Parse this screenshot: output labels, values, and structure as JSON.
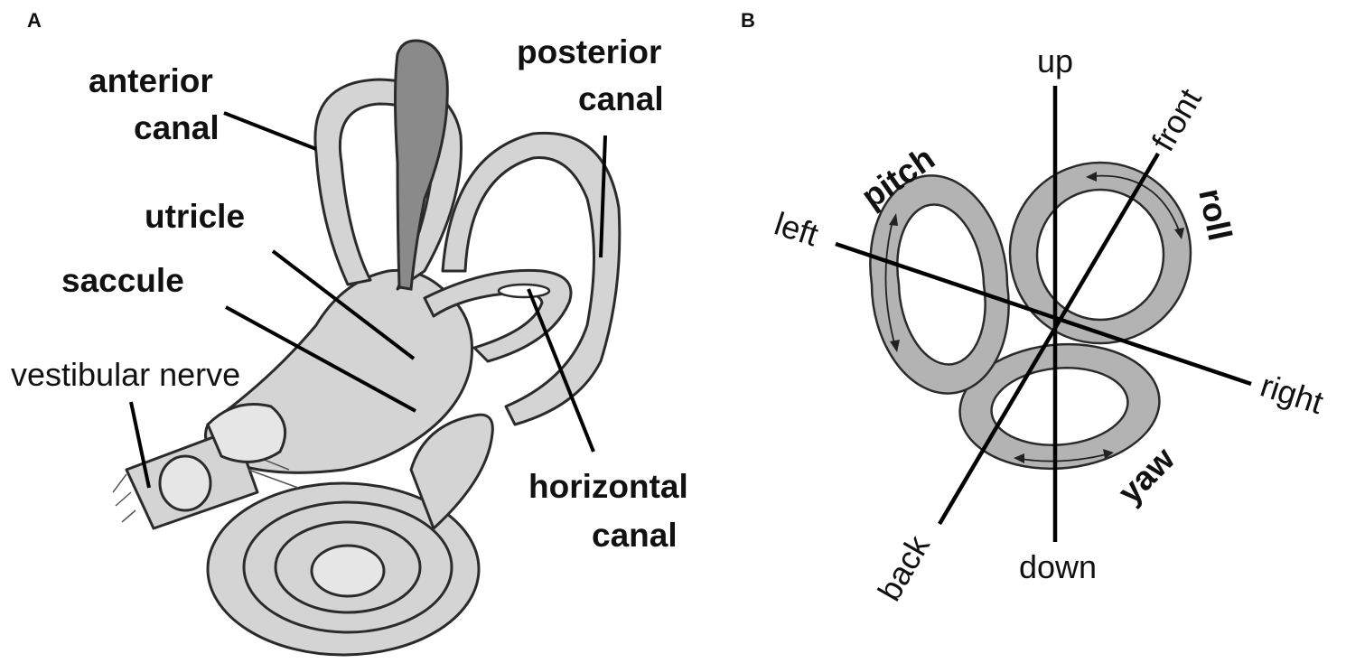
{
  "panel_a": {
    "letter": "A",
    "labels": {
      "anterior_canal": [
        "anterior",
        "canal"
      ],
      "posterior_canal": [
        "posterior",
        "canal"
      ],
      "utricle": "utricle",
      "saccule": "saccule",
      "vestibular_nerve": "vestibular nerve",
      "horizontal_canal": [
        "horizontal",
        "canal"
      ]
    }
  },
  "panel_b": {
    "letter": "B",
    "axes": {
      "up": "up",
      "down": "down",
      "left": "left",
      "right": "right",
      "front": "front",
      "back": "back"
    },
    "rotations": {
      "pitch": "pitch",
      "roll": "roll",
      "yaw": "yaw"
    }
  },
  "colors": {
    "organ_fill": "#d4d4d4",
    "ring_fill": "#b3b3b3",
    "line": "#000000",
    "background": "#ffffff"
  }
}
